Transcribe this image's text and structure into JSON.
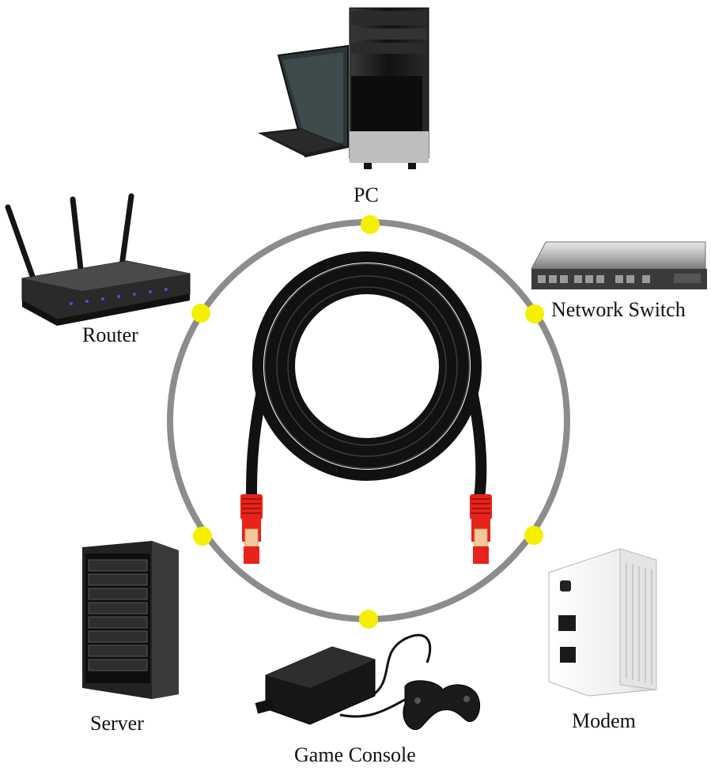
{
  "colors": {
    "ring": "#8c8c8c",
    "node_dot": "#f5f000",
    "cable": "#111111",
    "connector_boot": "#e8231b"
  },
  "center": {
    "icon": "ethernet-cable-icon"
  },
  "devices": [
    {
      "id": "pc",
      "label": "PC",
      "icon": "desktop-computer-icon"
    },
    {
      "id": "switch",
      "label": "Network Switch",
      "icon": "network-switch-icon"
    },
    {
      "id": "router",
      "label": "Router",
      "icon": "wifi-router-icon"
    },
    {
      "id": "server",
      "label": "Server",
      "icon": "server-rack-icon"
    },
    {
      "id": "console",
      "label": "Game Console",
      "icon": "game-console-icon"
    },
    {
      "id": "modem",
      "label": "Modem",
      "icon": "modem-icon"
    }
  ]
}
